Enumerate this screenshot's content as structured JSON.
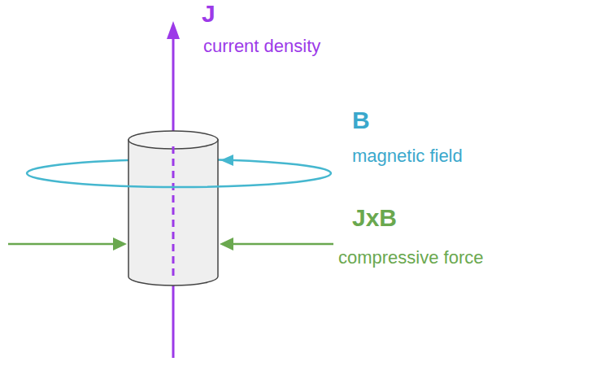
{
  "diagram": {
    "labels": [
      "J",
      "current density",
      "B",
      "magnetic field",
      "JxB",
      "compressive force"
    ]
  }
}
